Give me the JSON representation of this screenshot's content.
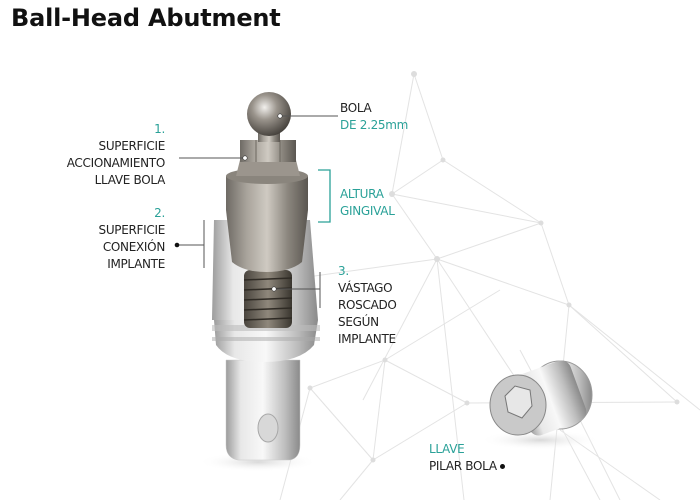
{
  "title": "Ball-Head Abutment",
  "colors": {
    "accent": "#2aa198",
    "text": "#222222",
    "network": "#e0e0e0"
  },
  "labels": {
    "part1": {
      "number": "1.",
      "lines": [
        "SUPERFICIE",
        "ACCIONAMIENTO",
        "LLAVE BOLA"
      ]
    },
    "part2": {
      "number": "2.",
      "lines": [
        "SUPERFICIE",
        "CONEXIÓN",
        "IMPLANTE"
      ]
    },
    "part3": {
      "number": "3.",
      "lines": [
        "VÁSTAGO",
        "ROSCADO",
        "SEGÚN",
        "IMPLANTE"
      ]
    },
    "ball": {
      "line1": "BOLA",
      "line2": "DE 2.25mm"
    },
    "gingival": {
      "line1": "ALTURA",
      "line2": "GINGIVAL"
    },
    "key": {
      "line1": "LLAVE",
      "line2": "PILAR BOLA"
    }
  },
  "images": {
    "abutment": "ball-head-abutment-render",
    "key": "ball-abutment-key-render"
  }
}
